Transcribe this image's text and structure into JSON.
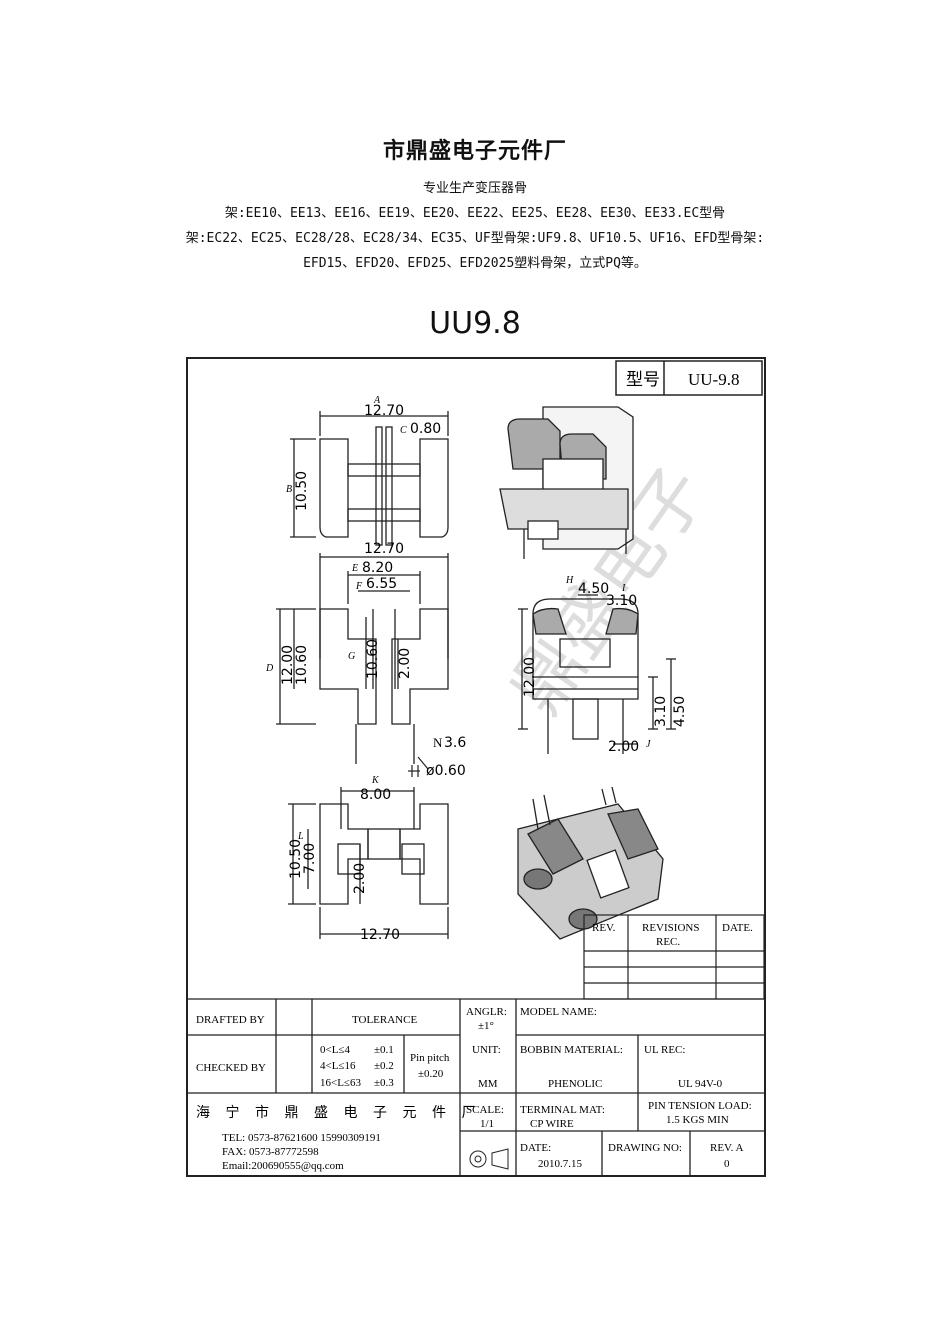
{
  "header": {
    "company": "市鼎盛电子元件厂",
    "desc_lines": [
      "专业生产变压器骨",
      "架:EE10、EE13、EE16、EE19、EE20、EE22、EE25、EE28、EE30、EE33.EC型骨",
      "架:EC22、EC25、EC28/28、EC28/34、EC35、UF型骨架:UF9.8、UF10.5、UF16、EFD型骨架:",
      "EFD15、EFD20、EFD25、EFD2025塑料骨架，立式PQ等。"
    ],
    "model_title": "UU9.8"
  },
  "drawing": {
    "type_label": "型号",
    "type_value": "UU-9.8",
    "watermark": "鼎盛电子",
    "dims": {
      "a": "12.70",
      "c": "0.80",
      "b": "10.50",
      "a2": "12.70",
      "e": "8.20",
      "f": "6.55",
      "d1": "12.00",
      "d2": "10.60",
      "g": "10.60",
      "g2": "2.00",
      "h": "4.50",
      "i": "3.10",
      "h2": "12.00",
      "i2": "3.10",
      "i3": "4.50",
      "j": "2.00",
      "n": "3.6",
      "pin": "ø0.60",
      "k": "8.00",
      "l1": "10.50",
      "l2": "7.00",
      "l3": "2.00",
      "bottom": "12.70"
    },
    "letters": [
      "A",
      "C",
      "B",
      "E",
      "F",
      "D",
      "G",
      "H",
      "I",
      "J",
      "N",
      "K",
      "L"
    ]
  },
  "revisions": {
    "rev": "REV.",
    "revisions_rec": [
      "REVISIONS",
      "REC."
    ],
    "date": "DATE."
  },
  "title_block": {
    "drafted_by": "DRAFTED BY",
    "checked_by": "CHECKED BY",
    "tolerance": "TOLERANCE",
    "tol_rows": [
      {
        "range": "0<L≤4",
        "val": "±0.1"
      },
      {
        "range": "4<L≤16",
        "val": "±0.2"
      },
      {
        "range": "16<L≤63",
        "val": "±0.3"
      }
    ],
    "pin_pitch": [
      "Pin pitch",
      "±0.20"
    ],
    "anglr": [
      "ANGLR:",
      "±1°"
    ],
    "unit": [
      "UNIT:",
      "MM"
    ],
    "scale": [
      "SCALE:",
      "1/1"
    ],
    "model_name": "MODEL NAME:",
    "bobbin_material": "BOBBIN MATERIAL:",
    "bobbin_value": "PHENOLIC",
    "ul_rec": "UL REC:",
    "ul_value": "UL 94V-0",
    "terminal_mat": "TERMINAL MAT:",
    "terminal_value": "CP WIRE",
    "pin_tension": [
      "PIN TENSION LOAD:",
      "1.5 KGS MIN"
    ],
    "date": "DATE:",
    "date_value": "2010.7.15",
    "drawing_no": "DRAWING NO:",
    "rev": "REV. A",
    "rev_value": "0",
    "company_cn": "海 宁 市 鼎 盛 电 子 元 件 厂",
    "tel": "TEL: 0573-87621600   15990309191",
    "fax": "FAX: 0573-87772598",
    "email": "Email:200690555@qq.com"
  }
}
